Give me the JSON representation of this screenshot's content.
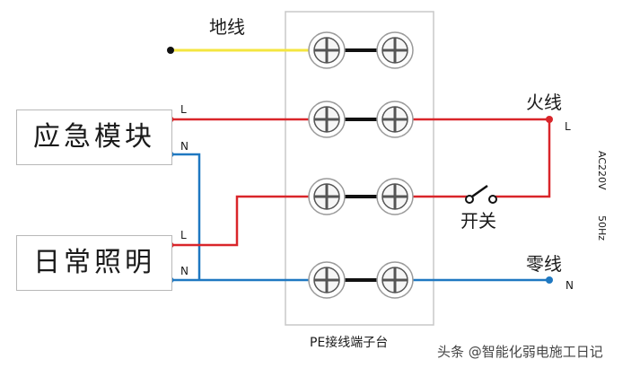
{
  "labels": {
    "ground_wire": "地线",
    "emergency_module": "应急模块",
    "daily_lighting": "日常照明",
    "L": "L",
    "N": "N",
    "live_wire": "火线",
    "neutral_wire": "零线",
    "switch": "开关",
    "voltage": "AC220V",
    "frequency": "50Hz",
    "terminal_block": "PE接线端子台"
  },
  "watermark": "头条 @智能化弱电施工日记",
  "colors": {
    "ground": "#f4e640",
    "live": "#d9252a",
    "neutral": "#1f78c1",
    "bridge": "#111111",
    "frame": "#c8c8c8"
  },
  "terminals": 4
}
